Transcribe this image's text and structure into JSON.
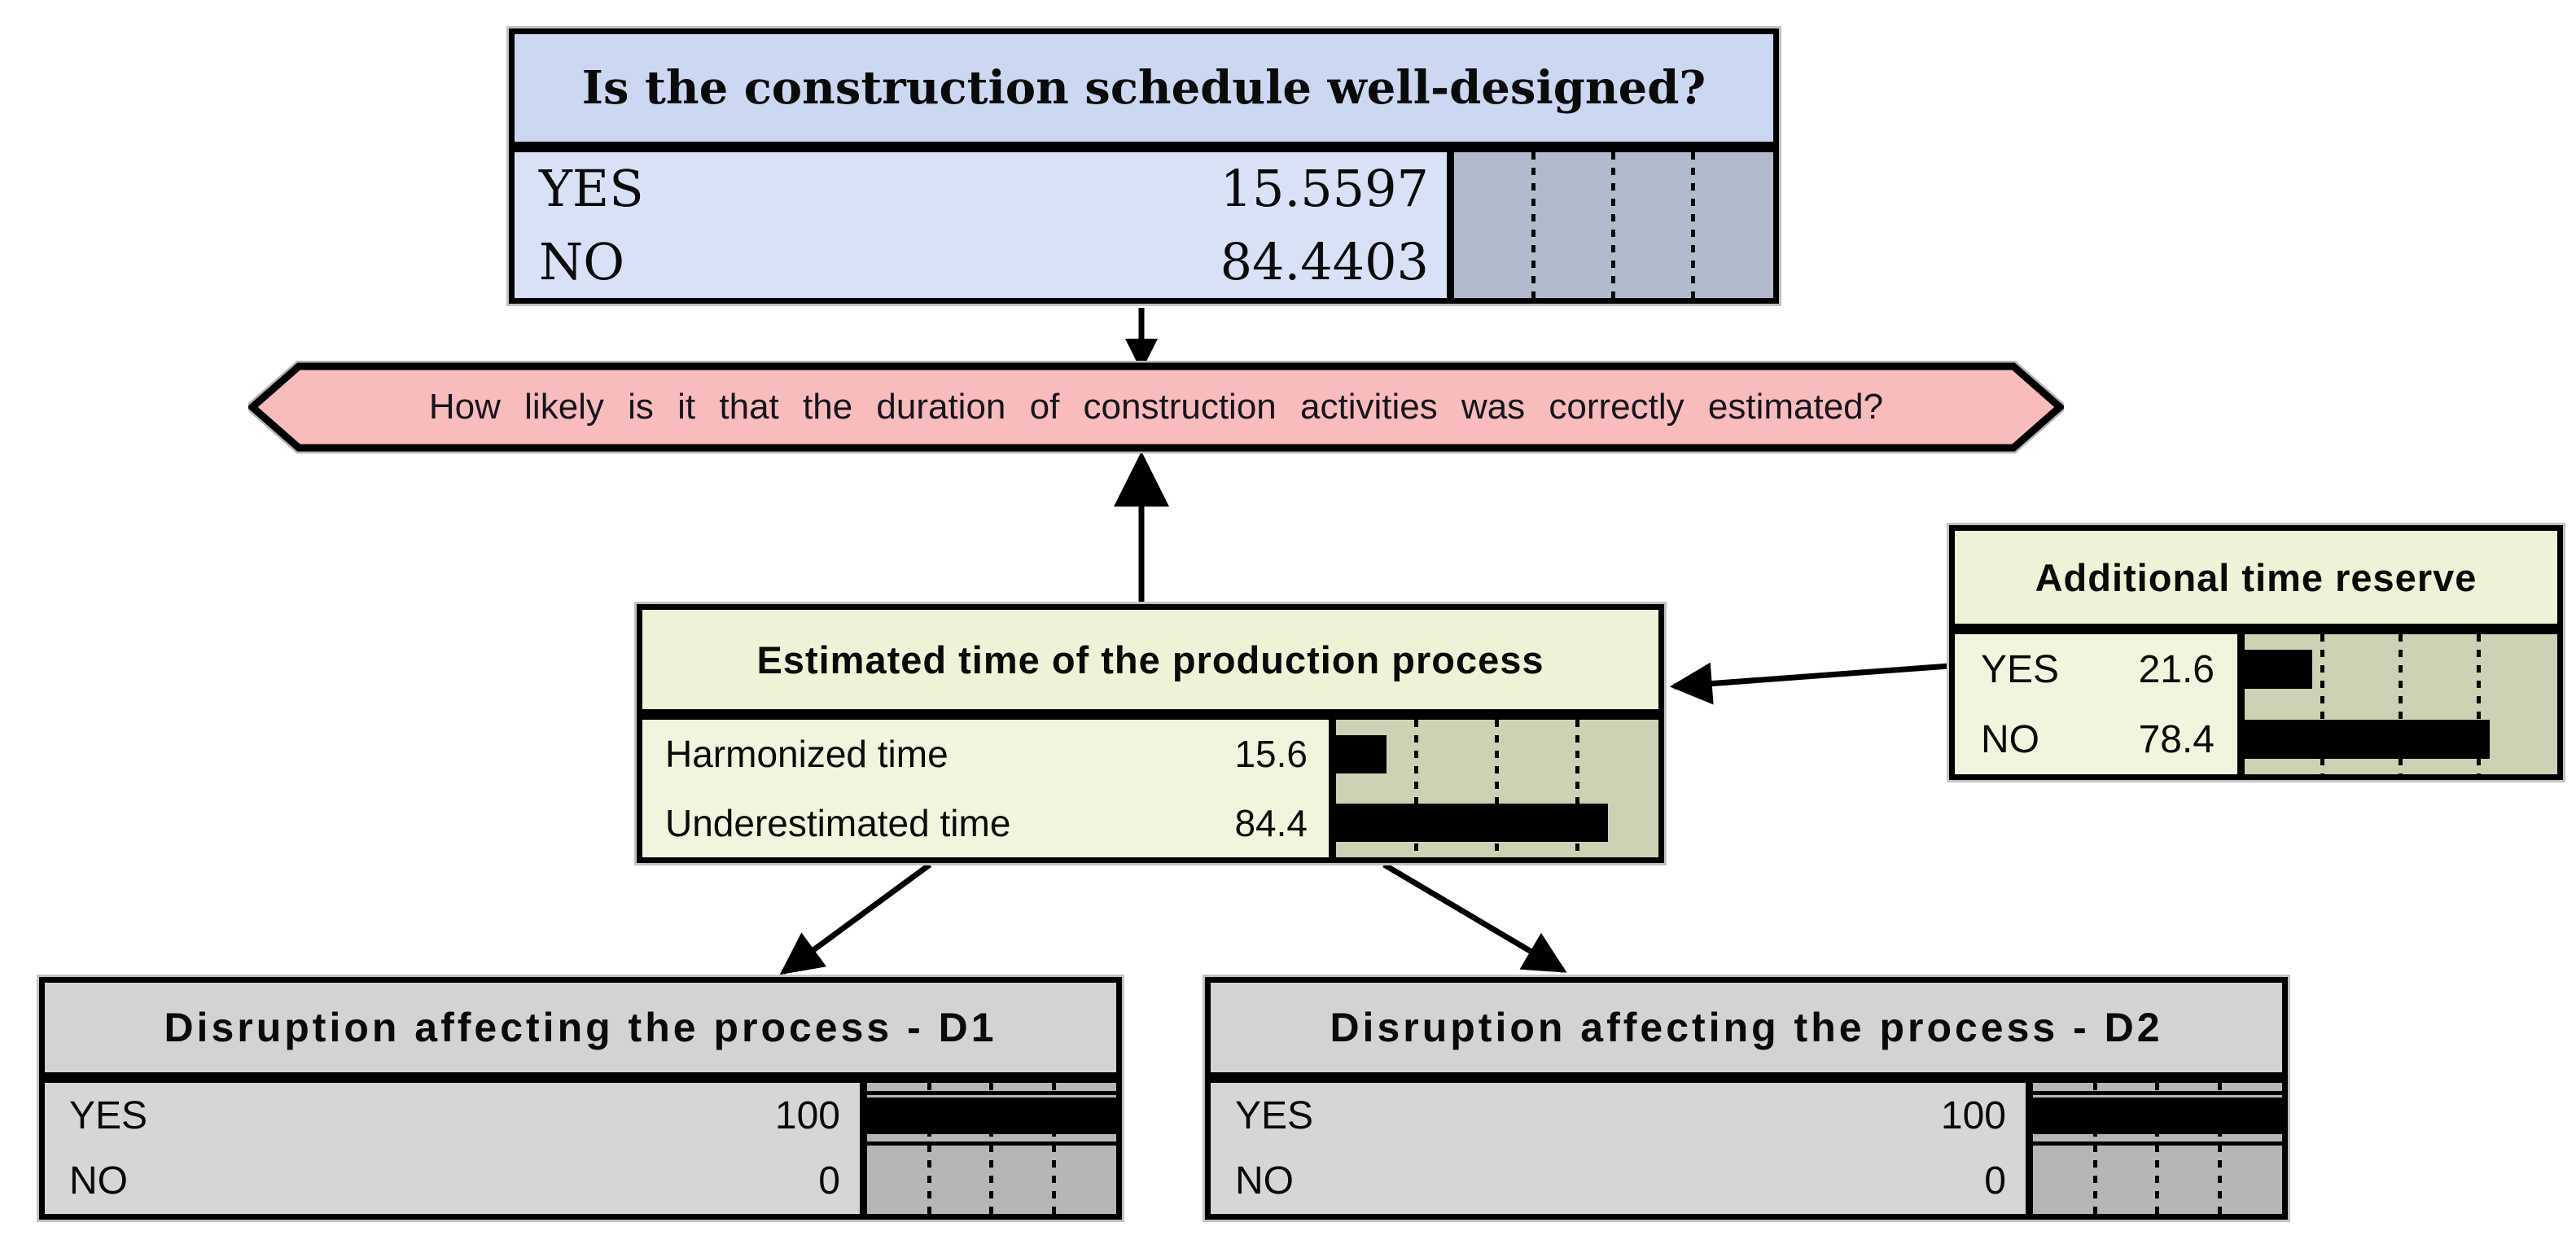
{
  "diagram_type": "bayesian-network",
  "colors": {
    "blue_title": "#ccd8f2",
    "blue_body": "#d9e1f7",
    "blue_panel": "#b2bbce",
    "green_title": "#eef3d7",
    "green_body": "#f1f5dd",
    "green_panel": "#ced2b4",
    "gray_title": "#d3d3d3",
    "gray_body": "#d6d6d6",
    "gray_panel": "#b6b6b6",
    "pink": "#f9bcbc",
    "bar": "#000000"
  },
  "nodes": {
    "schedule": {
      "title": "Is the construction schedule well-designed?",
      "rows": [
        {
          "label": "YES",
          "value": "15.5597",
          "bar_pct": 0
        },
        {
          "label": "NO",
          "value": "84.4403",
          "bar_pct": 0
        }
      ]
    },
    "question": {
      "text": "How likely is it that the duration of construction activities was correctly estimated?"
    },
    "estimated": {
      "title": "Estimated time of the production process",
      "rows": [
        {
          "label": "Harmonized time",
          "value": "15.6",
          "bar_pct": 15.6
        },
        {
          "label": "Underestimated time",
          "value": "84.4",
          "bar_pct": 84.4
        }
      ]
    },
    "reserve": {
      "title": "Additional time reserve",
      "rows": [
        {
          "label": "YES",
          "value": "21.6",
          "bar_pct": 21.6
        },
        {
          "label": "NO",
          "value": "78.4",
          "bar_pct": 78.4
        }
      ]
    },
    "d1": {
      "title": "Disruption affecting the process - D1",
      "rows": [
        {
          "label": "YES",
          "value": "100",
          "bar_pct": 100
        },
        {
          "label": "NO",
          "value": "0",
          "bar_pct": 0
        }
      ]
    },
    "d2": {
      "title": "Disruption affecting the process - D2",
      "rows": [
        {
          "label": "YES",
          "value": "100",
          "bar_pct": 100
        },
        {
          "label": "NO",
          "value": "0",
          "bar_pct": 0
        }
      ]
    }
  },
  "edges": [
    {
      "from": "schedule",
      "to": "question"
    },
    {
      "from": "estimated",
      "to": "question"
    },
    {
      "from": "reserve",
      "to": "estimated"
    },
    {
      "from": "estimated",
      "to": "d1"
    },
    {
      "from": "estimated",
      "to": "d2"
    }
  ]
}
